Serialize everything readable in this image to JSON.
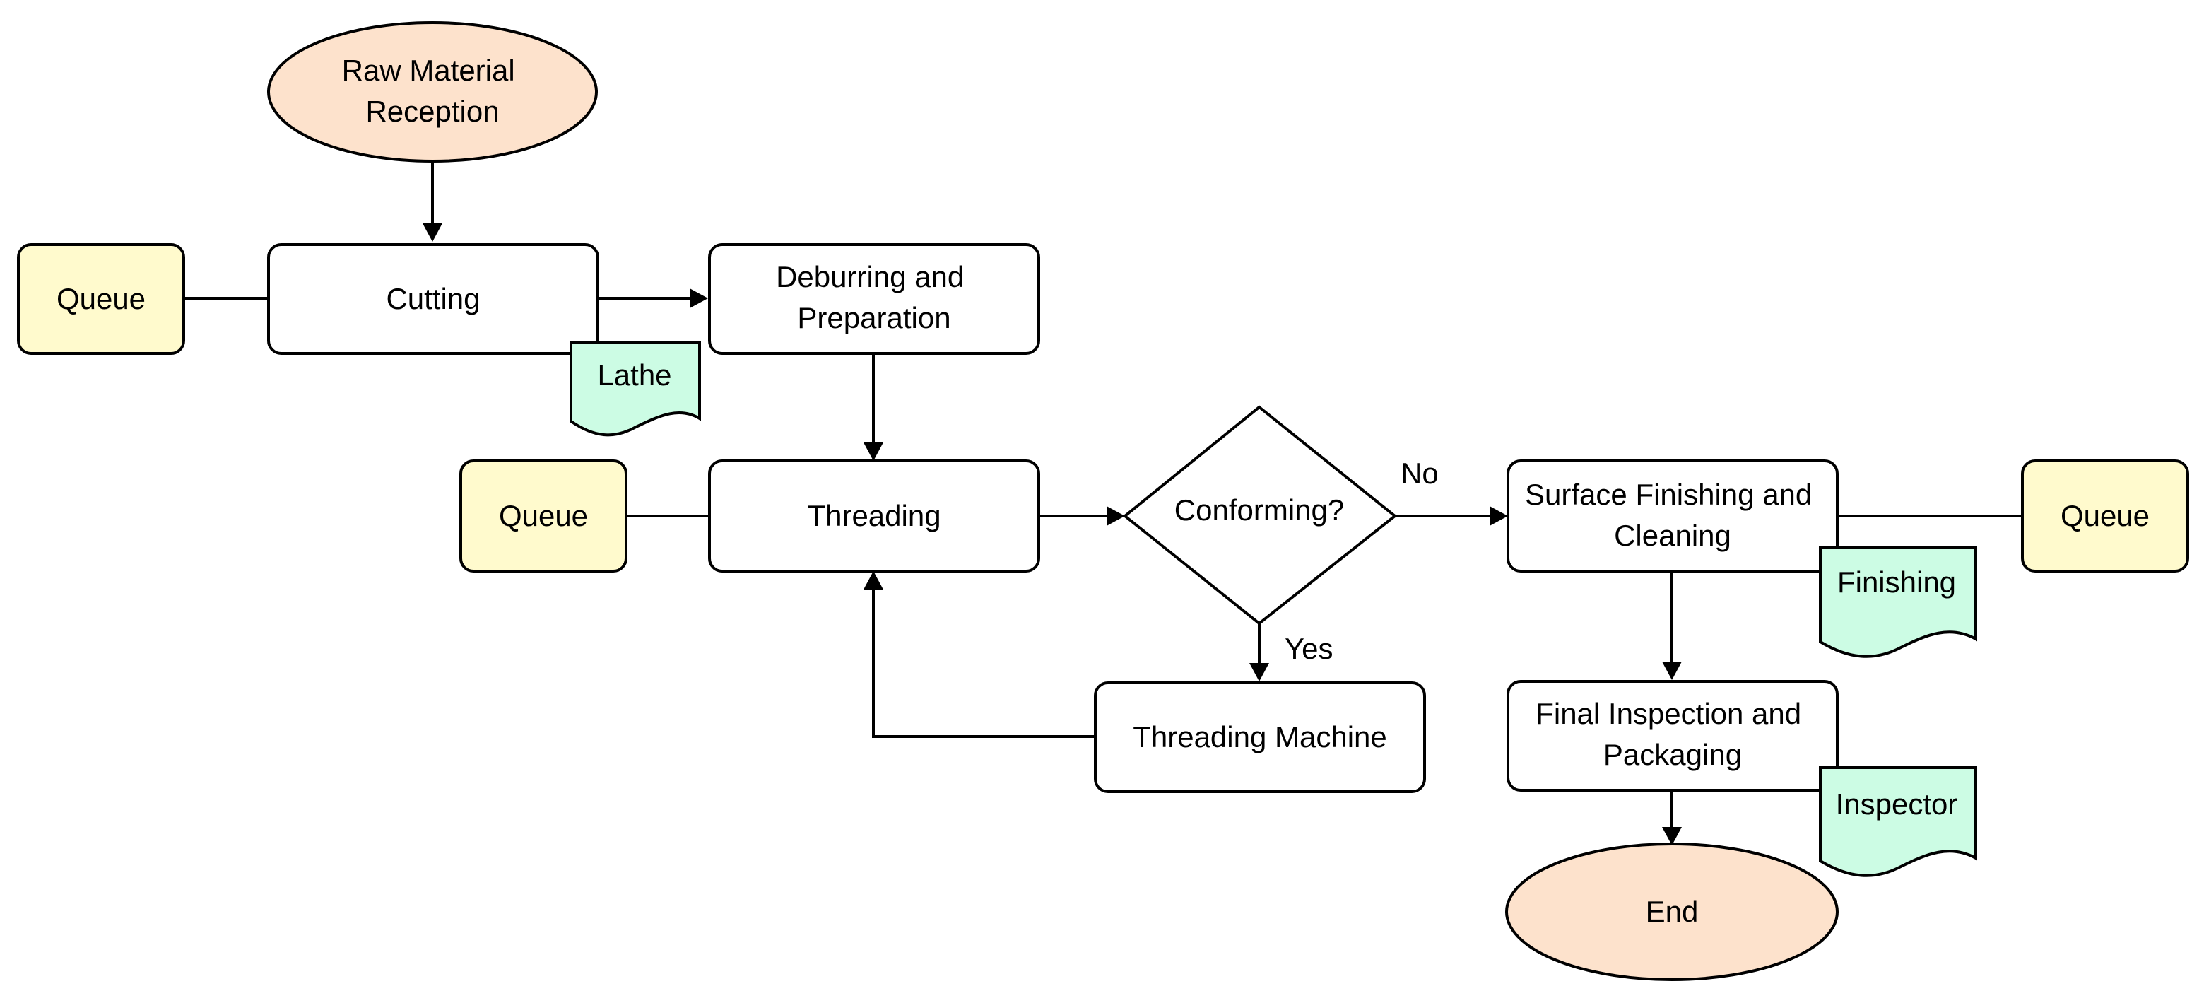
{
  "colors": {
    "terminal_fill": "#fde2cc",
    "queue_fill": "#fffacd",
    "resource_fill": "#ccfce4",
    "process_fill": "#ffffff",
    "stroke": "#000000"
  },
  "nodes": {
    "raw_material": {
      "shape": "ellipse",
      "lines": [
        "Raw Material",
        "Reception"
      ]
    },
    "cutting": {
      "shape": "process",
      "lines": [
        "Cutting"
      ]
    },
    "queue_1": {
      "shape": "queue",
      "lines": [
        "Queue"
      ]
    },
    "lathe": {
      "shape": "resource",
      "lines": [
        "Lathe"
      ]
    },
    "deburring": {
      "shape": "process",
      "lines": [
        "Deburring and",
        "Preparation"
      ]
    },
    "queue_2": {
      "shape": "queue",
      "lines": [
        "Queue"
      ]
    },
    "threading": {
      "shape": "process",
      "lines": [
        "Threading"
      ]
    },
    "conforming": {
      "shape": "decision",
      "lines": [
        "Conforming?"
      ]
    },
    "threading_machine": {
      "shape": "process",
      "lines": [
        "Threading Machine"
      ]
    },
    "surface_finishing": {
      "shape": "process",
      "lines": [
        "Surface Finishing and",
        "Cleaning"
      ]
    },
    "queue_3": {
      "shape": "queue",
      "lines": [
        "Queue"
      ]
    },
    "finishing": {
      "shape": "resource",
      "lines": [
        "Finishing"
      ]
    },
    "final_inspection": {
      "shape": "process",
      "lines": [
        "Final Inspection and",
        "Packaging"
      ]
    },
    "inspector": {
      "shape": "resource",
      "lines": [
        "Inspector"
      ]
    },
    "end": {
      "shape": "ellipse",
      "lines": [
        "End"
      ]
    }
  },
  "edges": [
    {
      "from": "raw_material",
      "to": "cutting",
      "arrow": true
    },
    {
      "from": "queue_1",
      "to": "cutting",
      "arrow": false
    },
    {
      "from": "cutting",
      "to": "deburring",
      "arrow": true
    },
    {
      "from": "deburring",
      "to": "threading",
      "arrow": true
    },
    {
      "from": "queue_2",
      "to": "threading",
      "arrow": false
    },
    {
      "from": "threading",
      "to": "conforming",
      "arrow": true
    },
    {
      "from": "conforming",
      "to": "surface_finishing",
      "arrow": true,
      "label": "No"
    },
    {
      "from": "conforming",
      "to": "threading_machine",
      "arrow": true,
      "label": "Yes"
    },
    {
      "from": "threading_machine",
      "to": "threading",
      "arrow": true
    },
    {
      "from": "queue_3",
      "to": "surface_finishing",
      "arrow": false
    },
    {
      "from": "surface_finishing",
      "to": "final_inspection",
      "arrow": true
    },
    {
      "from": "final_inspection",
      "to": "end",
      "arrow": true
    }
  ]
}
